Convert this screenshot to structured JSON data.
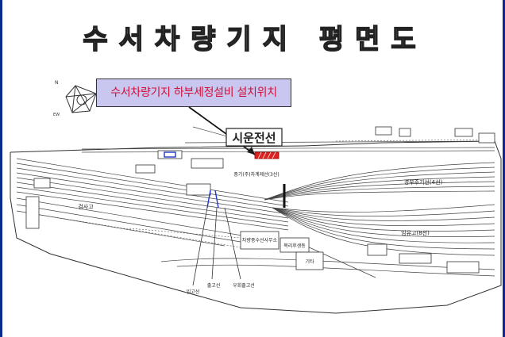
{
  "title": "수서차량기지 평면도",
  "callout": {
    "text": "수서차량기지 하부세정설비 설치위치",
    "color": "#d0103a",
    "background": "#c9c7ef"
  },
  "frame_color": "#0b2a8f",
  "line_label": "시운전선",
  "labels": {
    "shed_center": "중기(주)차계제선(3선)",
    "upper_right": "경부주기선(4선)",
    "lower_right": "임유고(8선)",
    "left_big": "검사고",
    "building_a": "차량중수선사무소",
    "building_b": "복리후생동",
    "building_c": "기타",
    "bottom_1": "입고선",
    "bottom_2": "출고선",
    "bottom_3": "우회출고선"
  },
  "compass_icon": "north-arrow-compass-icon"
}
